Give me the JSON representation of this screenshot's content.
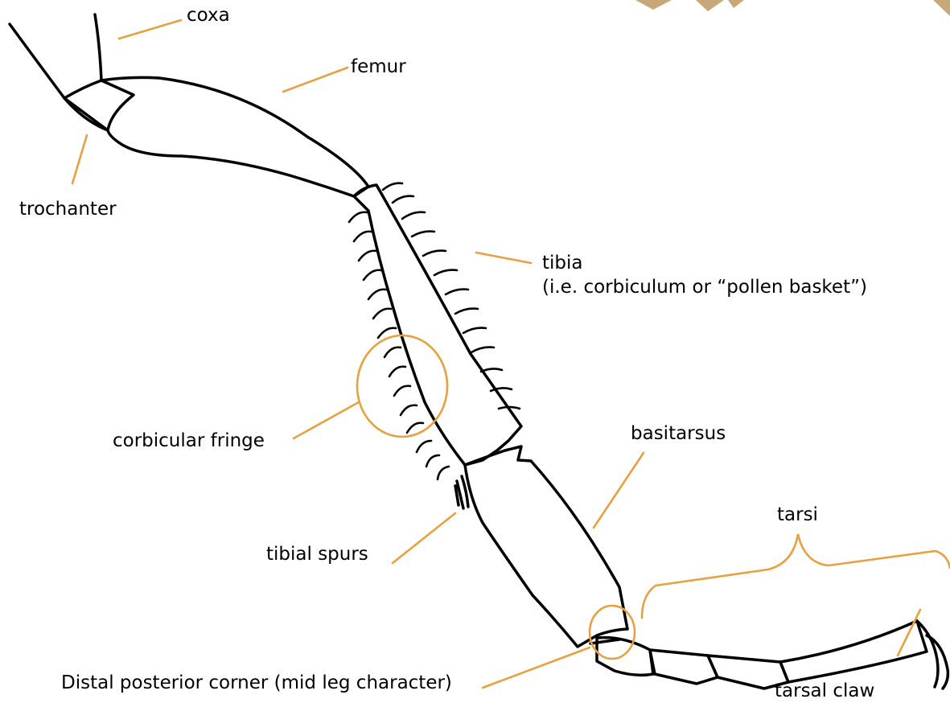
{
  "colors": {
    "leader": "#e8a040",
    "outline": "#000000",
    "corner_decor": "#c8a878"
  },
  "labels": {
    "coxa": "coxa",
    "femur": "femur",
    "trochanter": "trochanter",
    "tibia": "tibia",
    "tibia_note": "(i.e. corbiculum or “pollen basket”)",
    "corbicular_fringe": "corbicular fringe",
    "basitarsus": "basitarsus",
    "tarsi": "tarsi",
    "tibial_spurs": "tibial spurs",
    "distal_corner": "Distal posterior corner (mid leg character)",
    "tarsal_claw": "tarsal claw"
  }
}
